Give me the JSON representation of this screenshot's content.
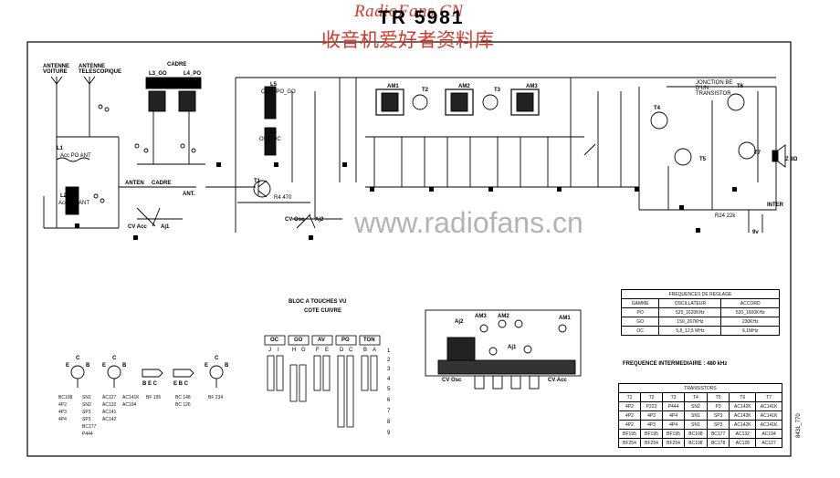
{
  "watermark_top": "RadioFans.CN",
  "watermark_cn": "收音机爱好者资料库",
  "watermark_mid": "www.radiofans.cn",
  "title": "TR 5981",
  "labels": {
    "antenne_voiture": "ANTENNE VOITURE",
    "antenne_telescopique": "ANTENNE TELESCOPIQUE",
    "cadre": "CADRE",
    "l3_go": "L3_GO",
    "l4_po": "L4_PO",
    "l5": "L5",
    "osc": "OSC_PO_GO",
    "l6": "L6",
    "osc_oc": "OSC OC",
    "am1": "AM1",
    "am2": "AM2",
    "am3": "AM3",
    "t1": "T1",
    "t2": "T2",
    "t3": "T3",
    "t4": "T4",
    "t5": "T5",
    "t6": "T6",
    "t7": "T7",
    "junction": "JONCTION BE D'UN TRANSISTOR",
    "cv_acc": "CV Acc",
    "aj1": "Aj1",
    "cv_osc": "CV Osc",
    "aj2": "Aj2",
    "antenne_sw": "ANTEN",
    "cadre_sw": "CADRE",
    "ant": "ANT.",
    "inter": "INTER",
    "hp": "Z 8Ω",
    "nine_v": "9v",
    "l1": "L1",
    "acc_po": "Acc PO ANT",
    "l2": "L2",
    "acc_oc": "Acc OC ANT",
    "r_470": "R4 470",
    "r_22k": "R24 22k"
  },
  "bloc": {
    "title": "BLOC A TOUCHES VU",
    "subtitle": "COTE CUIVRE",
    "keys": [
      "OC",
      "GO",
      "AV",
      "PO",
      "TON"
    ],
    "letters": [
      "J",
      "I",
      "H",
      "G",
      "F",
      "E",
      "D",
      "C",
      "B",
      "A"
    ],
    "numbers": [
      "1",
      "2",
      "3",
      "4",
      "5",
      "6",
      "7",
      "8",
      "9"
    ]
  },
  "pcb_labels": {
    "am3": "AM3",
    "am2": "AM2",
    "aj2": "Aj2",
    "aj1": "Aj1",
    "am1": "AM1",
    "cv_osc": "CV Osc",
    "cv_acc": "CV Acc"
  },
  "freq_table": {
    "title": "FREQUENCES DE REGLAGE",
    "headers": [
      "GAMME",
      "OSCILLATEUR",
      "ACCORD"
    ],
    "rows": [
      [
        "PO",
        "520_1620KHz",
        "520_1600KHz"
      ],
      [
        "GO",
        "150_267KHz",
        "230KHz"
      ],
      [
        "OC",
        "5,8_12,5 MHz",
        "6,1MHz"
      ]
    ]
  },
  "freq_interm": "FREQUENCE INTERMEDIAIRE : 480 kHz",
  "transistors_table": {
    "title": "TRANSISTORS",
    "headers": [
      "T1",
      "T2",
      "T3",
      "T4",
      "T5",
      "T6",
      "T7"
    ],
    "rows": [
      [
        "4P2",
        "P222",
        "P444",
        "SN2",
        "P3",
        "AC142K",
        "AC141K"
      ],
      [
        "4P2",
        "4P3",
        "4P4",
        "SN1",
        "SP3",
        "AC142K",
        "AC141K"
      ],
      [
        "4P2",
        "4P3",
        "4P4",
        "SN1",
        "SP3",
        "AC142K",
        "AC141K"
      ],
      [
        "BF195",
        "BF195",
        "BF195",
        "BC108",
        "BC177",
        "AC132",
        "AC194"
      ],
      [
        "BF254",
        "BF254",
        "BF254",
        "BC108",
        "BC178",
        "AC128",
        "AC127"
      ]
    ]
  },
  "pinouts": {
    "labels": [
      "E",
      "B",
      "C",
      "E",
      "B",
      "C",
      "B E C",
      "E B C",
      "E",
      "B",
      "C"
    ],
    "col1": [
      "BC108",
      "4P2",
      "4P3",
      "4P4"
    ],
    "col2": [
      "SN1",
      "SN2",
      "SP3",
      "SP3",
      "BC177",
      "P444"
    ],
    "col3": [
      "AC127",
      "AC132",
      "AC141",
      "AC142"
    ],
    "col4": [
      "AC141K",
      "AC194"
    ],
    "col5": [
      "BF 195"
    ],
    "col6": [
      "BC 148",
      "BC 126"
    ],
    "col7": [
      "BF 234"
    ]
  },
  "corner_code": "8431_770"
}
